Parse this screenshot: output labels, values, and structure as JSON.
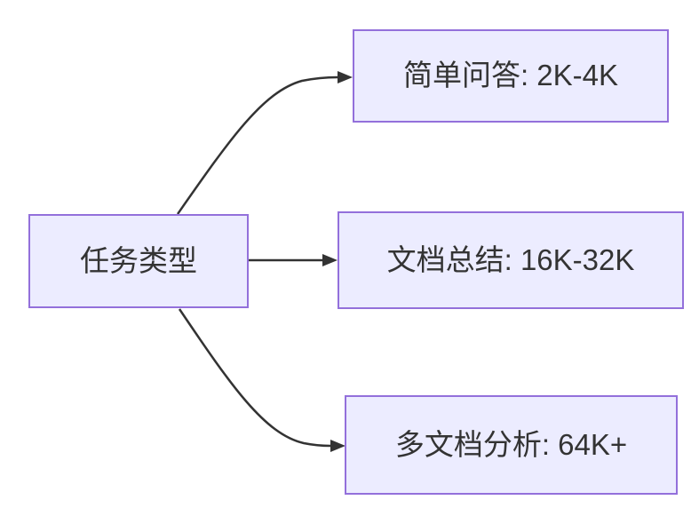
{
  "diagram": {
    "type": "flowchart",
    "direction": "left-to-right",
    "root": {
      "label": "任务类型"
    },
    "branches": [
      {
        "label": "简单问答: 2K-4K"
      },
      {
        "label": "文档总结: 16K-32K"
      },
      {
        "label": "多文档分析: 64K+"
      }
    ],
    "edges": [
      {
        "from": "任务类型",
        "to": "简单问答: 2K-4K",
        "shape": "curved-up",
        "arrowhead": "filled-triangle"
      },
      {
        "from": "任务类型",
        "to": "文档总结: 16K-32K",
        "shape": "straight",
        "arrowhead": "filled-triangle"
      },
      {
        "from": "任务类型",
        "to": "多文档分析: 64K+",
        "shape": "curved-down",
        "arrowhead": "filled-triangle"
      }
    ],
    "colors": {
      "node_fill": "#ECECFF",
      "node_border": "#9370DB",
      "edge_line": "#333333",
      "text": "#333333",
      "canvas_background": "#FFFFFF"
    }
  }
}
